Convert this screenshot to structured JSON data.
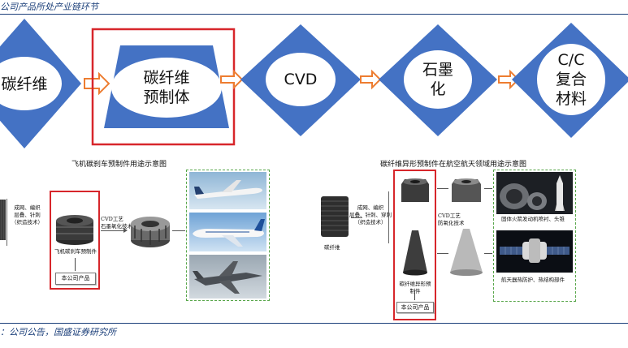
{
  "header": {
    "title": "公司产品所处产业链环节"
  },
  "flow": {
    "nodes": [
      {
        "label": "碳纤维"
      },
      {
        "label": "碳纤维\n预制体"
      },
      {
        "label": "CVD"
      },
      {
        "label": "石墨\n化"
      },
      {
        "label": "C/C\n复合\n材料"
      }
    ],
    "colors": {
      "node_fill": "#4472c4",
      "ellipse_fill": "#ffffff",
      "arrow": "#ed7d31",
      "highlight": "#d7262b"
    }
  },
  "left_diagram": {
    "title": "飞机碳刹车预制件用途示意图",
    "process_text": "成网、编织\n层叠、针刺\n（织造技术）",
    "product_label": "飞机碳刹车预制件",
    "product_tag": "本公司产品",
    "cvd_text": "CVD工艺\n石墨氧化技术"
  },
  "right_diagram": {
    "title": "碳纤维异形预制件在航空航天领域用途示意图",
    "fiber_label": "碳纤维",
    "process_text": "成网、编织\n层叠、针刺、穿刺\n（织造技术）",
    "product_label": "碳纤维异形预制件",
    "product_tag": "本公司产品",
    "cvd_text": "CVD工艺\n防氧化技术",
    "use_1": "固体火箭发动机喷衬、头锥",
    "use_2": "航天器热防护、热结构部件"
  },
  "footer": {
    "source": "：公司公告，国盛证券研究所"
  }
}
